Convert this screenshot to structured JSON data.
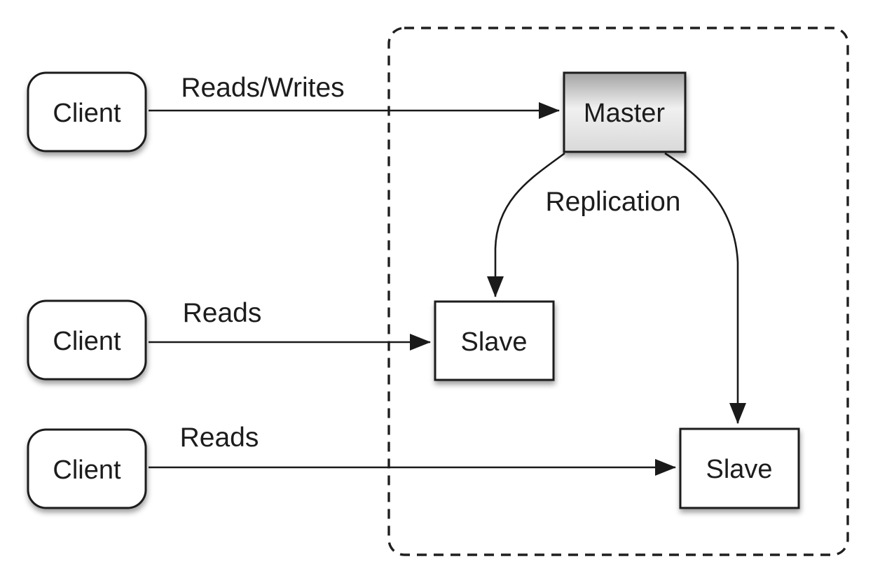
{
  "diagram": {
    "description": "Master-slave database replication architecture diagram",
    "colors": {
      "background": "#ffffff",
      "stroke": "#1a1a1a",
      "box_fill": "#ffffff",
      "master_gradient_top": "#a3a3a3",
      "master_gradient_mid": "#f0f0f0",
      "master_gradient_bottom": "#d9d9d9"
    },
    "nodes": {
      "client_top": {
        "label": "Client"
      },
      "client_middle": {
        "label": "Client"
      },
      "client_bottom": {
        "label": "Client"
      },
      "master": {
        "label": "Master"
      },
      "slave_left": {
        "label": "Slave"
      },
      "slave_right": {
        "label": "Slave"
      }
    },
    "edges": {
      "reads_writes": {
        "label": "Reads/Writes",
        "from": "client_top",
        "to": "master"
      },
      "reads_middle": {
        "label": "Reads",
        "from": "client_middle",
        "to": "slave_left"
      },
      "reads_bottom": {
        "label": "Reads",
        "from": "client_bottom",
        "to": "slave_right"
      },
      "replication": {
        "label": "Replication",
        "from": "master",
        "to": "slave_left and slave_right"
      }
    }
  }
}
